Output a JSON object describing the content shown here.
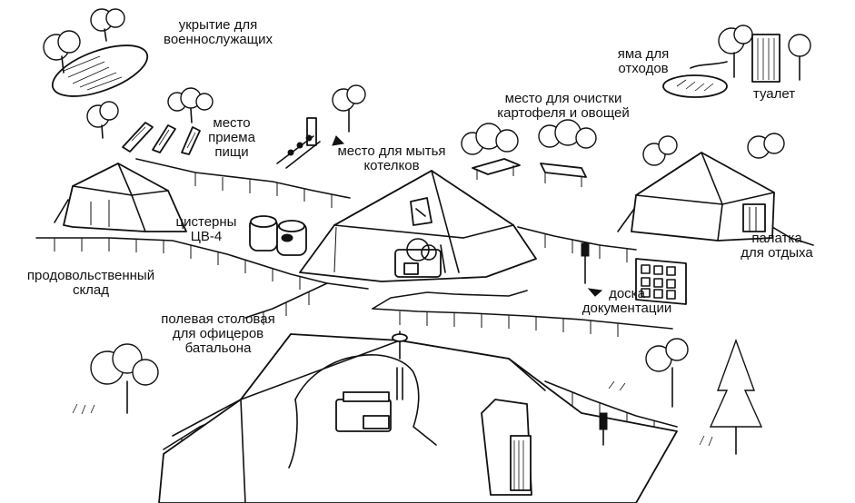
{
  "labels": {
    "shelter": [
      "укрытие для",
      "военнослужащих"
    ],
    "waste_pit": [
      "яма для",
      "отходов"
    ],
    "toilet": "туалет",
    "peeling_area": [
      "место для очистки",
      "картофеля и овощей"
    ],
    "eating_area": [
      "место",
      "приема",
      "пищи"
    ],
    "pot_washing": [
      "место для мытья",
      "котелков"
    ],
    "tanks": [
      "цистерны",
      "ЦВ-4"
    ],
    "food_store": [
      "продовольственный",
      "склад"
    ],
    "rest_tent": [
      "палатка",
      "для отдыха"
    ],
    "doc_board": [
      "доска",
      "документации"
    ],
    "officers_mess": [
      "полевая столовая",
      "для офицеров",
      "батальона"
    ]
  },
  "colors": {
    "ink": "#111111",
    "paper": "#ffffff"
  }
}
